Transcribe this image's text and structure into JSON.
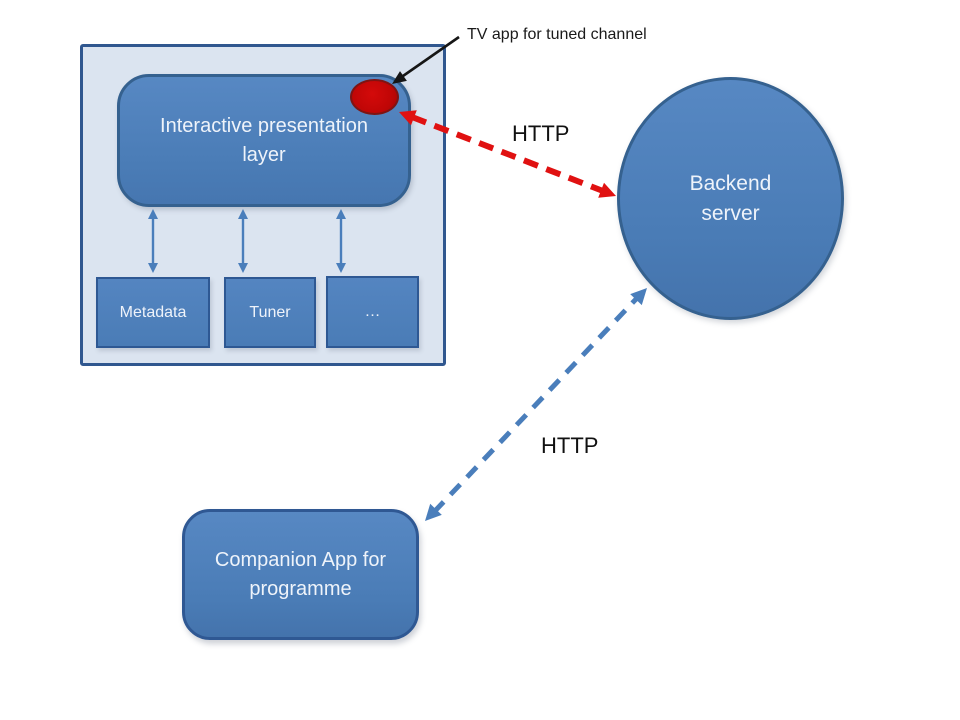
{
  "diagram": {
    "tv_box": {
      "presentation_layer": {
        "label": "Interactive presentation layer"
      },
      "modules": [
        {
          "label": "Metadata"
        },
        {
          "label": "Tuner"
        },
        {
          "label": "…"
        }
      ]
    },
    "backend": {
      "label": "Backend server"
    },
    "companion": {
      "label": "Companion App for programme"
    },
    "annotations": {
      "tv_app": "TV app for tuned channel"
    },
    "links": {
      "http_top": {
        "label": "HTTP"
      },
      "http_bottom": {
        "label": "HTTP"
      }
    }
  },
  "colors": {
    "shape_blue": "#4f81bd",
    "shape_border": "#35618f",
    "container_fill": "#dbe4f0",
    "container_border": "#30578f",
    "red_accent": "#c00606",
    "red_arrow": "#e01111",
    "blue_arrow": "#4a7ebb",
    "black_arrow": "#161616",
    "text_light": "#eef3fa",
    "text_dark": "#1a1a1a"
  }
}
